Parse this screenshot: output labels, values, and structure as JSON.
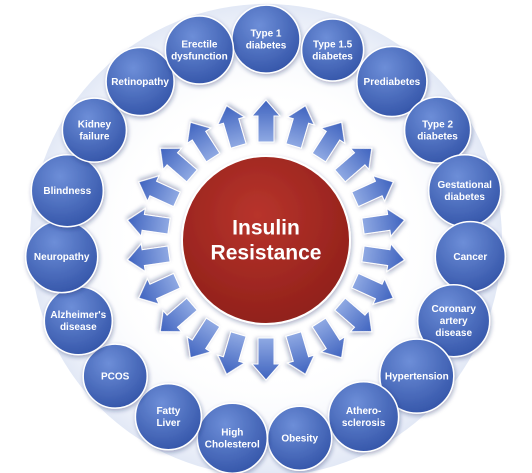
{
  "diagram": {
    "center": {
      "lines": [
        "Insulin",
        "Resistance"
      ],
      "color": "#a42a22"
    },
    "arrow_color": "#4f74cc",
    "node_color": "#3b5fb3",
    "conditions": [
      {
        "lines": [
          "Type 1",
          "diabetes"
        ]
      },
      {
        "lines": [
          "Type 1.5",
          "diabetes"
        ]
      },
      {
        "lines": [
          "Prediabetes"
        ]
      },
      {
        "lines": [
          "Type 2",
          "diabetes"
        ]
      },
      {
        "lines": [
          "Gestational",
          "diabetes"
        ]
      },
      {
        "lines": [
          "Cancer"
        ]
      },
      {
        "lines": [
          "Coronary",
          "artery",
          "disease"
        ]
      },
      {
        "lines": [
          "Hypertension"
        ]
      },
      {
        "lines": [
          "Athero-",
          "sclerosis"
        ]
      },
      {
        "lines": [
          "Obesity"
        ]
      },
      {
        "lines": [
          "High",
          "Cholesterol"
        ]
      },
      {
        "lines": [
          "Fatty",
          "Liver"
        ]
      },
      {
        "lines": [
          "PCOS"
        ]
      },
      {
        "lines": [
          "Alzheimer's",
          "disease"
        ]
      },
      {
        "lines": [
          "Neuropathy"
        ]
      },
      {
        "lines": [
          "Blindness"
        ]
      },
      {
        "lines": [
          "Kidney",
          "failure"
        ]
      },
      {
        "lines": [
          "Retinopathy"
        ]
      },
      {
        "lines": [
          "Erectile",
          "dysfunction"
        ]
      }
    ]
  }
}
